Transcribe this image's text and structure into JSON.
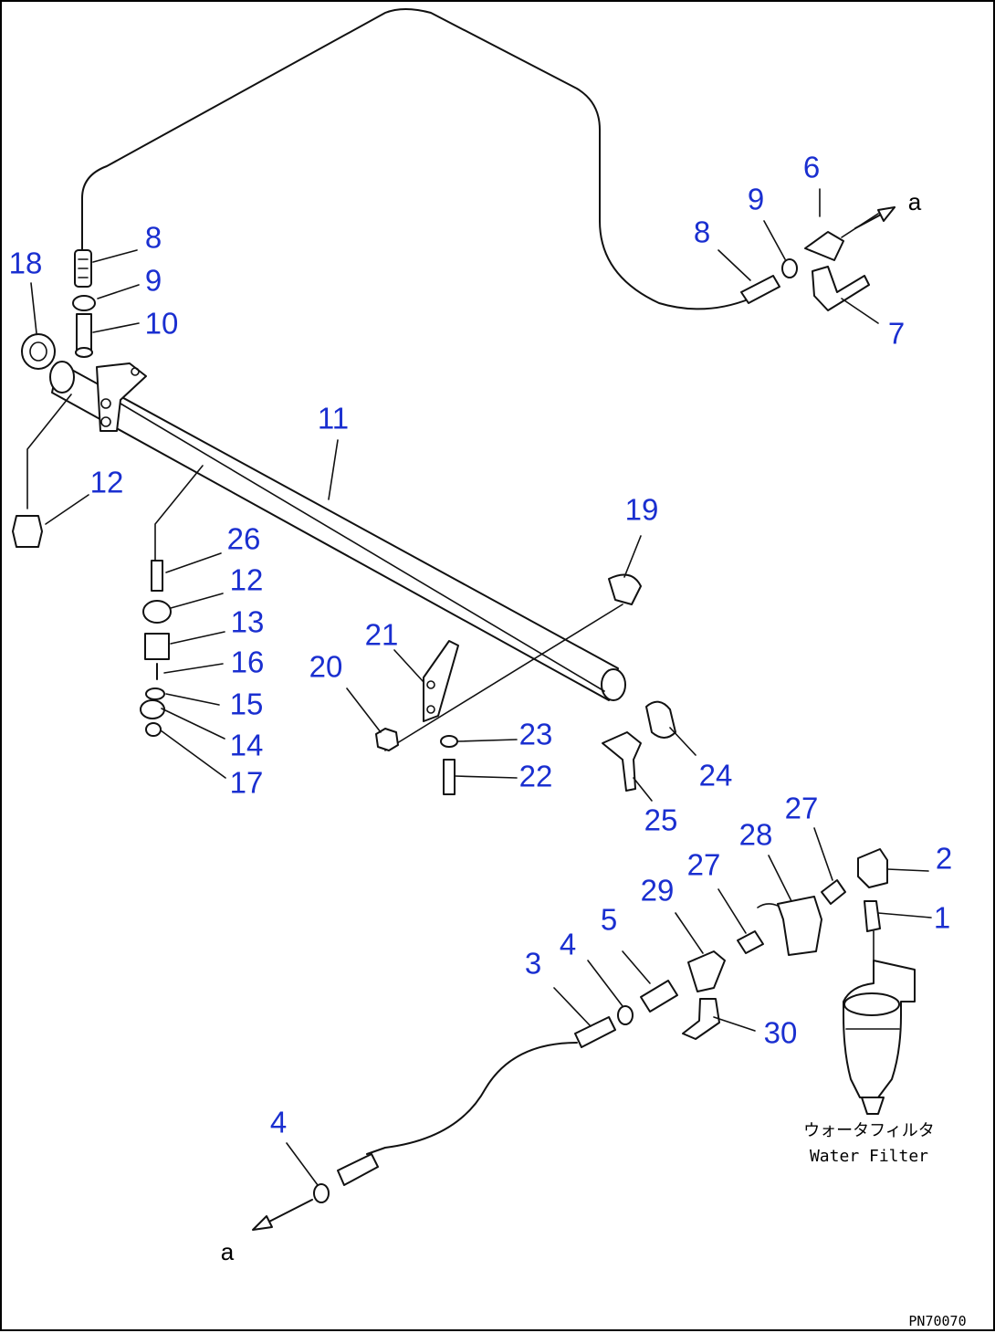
{
  "diagram": {
    "labels": [
      {
        "text": "1"
      },
      {
        "text": "2"
      },
      {
        "text": "3"
      },
      {
        "text": "4"
      },
      {
        "text": "4"
      },
      {
        "text": "5"
      },
      {
        "text": "6"
      },
      {
        "text": "7"
      },
      {
        "text": "8"
      },
      {
        "text": "8"
      },
      {
        "text": "9"
      },
      {
        "text": "9"
      },
      {
        "text": "10"
      },
      {
        "text": "11"
      },
      {
        "text": "12"
      },
      {
        "text": "12"
      },
      {
        "text": "13"
      },
      {
        "text": "14"
      },
      {
        "text": "15"
      },
      {
        "text": "16"
      },
      {
        "text": "17"
      },
      {
        "text": "18"
      },
      {
        "text": "19"
      },
      {
        "text": "20"
      },
      {
        "text": "21"
      },
      {
        "text": "22"
      },
      {
        "text": "23"
      },
      {
        "text": "24"
      },
      {
        "text": "25"
      },
      {
        "text": "26"
      },
      {
        "text": "27"
      },
      {
        "text": "27"
      },
      {
        "text": "28"
      },
      {
        "text": "29"
      },
      {
        "text": "30"
      }
    ],
    "connection_marker": "a",
    "water_filter_jp": "ウォータフィルタ",
    "water_filter_en": "Water Filter",
    "figure_code": "PN70070",
    "label_color": "#1a2fd0"
  }
}
